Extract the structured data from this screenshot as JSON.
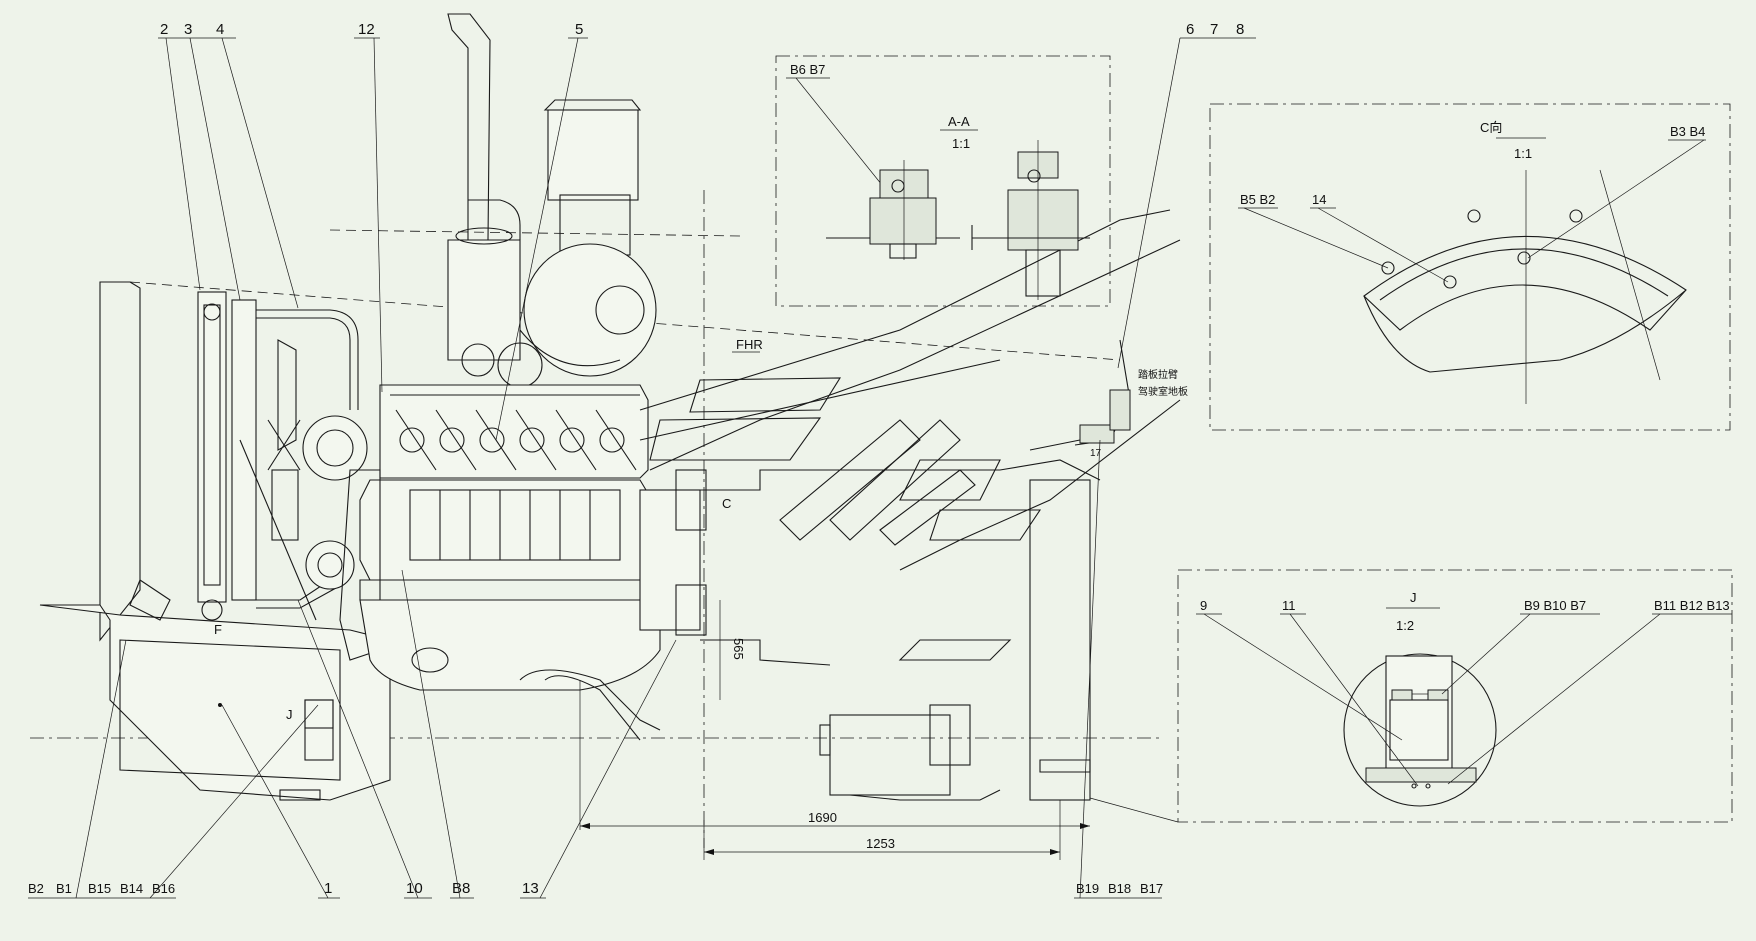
{
  "title": "",
  "callouts_top": [
    "2",
    "3",
    "4",
    "12",
    "5",
    "6",
    "7",
    "8"
  ],
  "callouts_bottom": [
    "B2",
    "B1",
    "B15",
    "B14",
    "B16",
    "1",
    "10",
    "B8",
    "13",
    "B19",
    "B18",
    "B17"
  ],
  "views": {
    "section_aa": {
      "title": "A-A",
      "scale": "1:1",
      "callout": "B6 B7"
    },
    "view_c": {
      "title": "C向",
      "scale": "1:1",
      "callouts": [
        "B5 B2",
        "14",
        "B3 B4"
      ]
    },
    "view_j": {
      "title": "J",
      "scale": "1:2",
      "callouts": [
        "9",
        "11",
        "B9 B10 B7",
        "B11 B12 B13"
      ]
    }
  },
  "dimensions": {
    "d1": "1690",
    "d2": "1253",
    "d3": "565"
  },
  "annotations": {
    "fhr": "FHR",
    "c_marker": "C",
    "j_marker": "J",
    "f_marker": "F",
    "dim_17": "17",
    "text_a": "踏板拉臂",
    "text_b": "驾驶室地板"
  }
}
